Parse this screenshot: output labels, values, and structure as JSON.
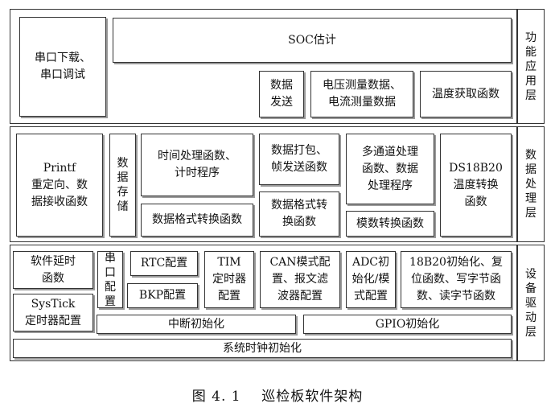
{
  "layers": {
    "top": {
      "label": "功\n能\n应\n用\n层",
      "serial": "串口下载、\n串口调试",
      "soc": "SOC估计",
      "send": "数据\n发送",
      "measure": "电压测量数据、\n电流测量数据",
      "temp": "温度获取函数"
    },
    "middle": {
      "label": "数\n据\n处\n理\n层",
      "printf": "Printf\n重定向、数\n据接收函数",
      "storage": "数\n据\n存\n储",
      "time": "时间处理函数、\n计时程序",
      "format1": "数据格式转换函数",
      "pack": "数据打包、\n帧发送函数",
      "format2": "数据格式转\n换函数",
      "multi": "多通道处理\n函数、数据\n处理程序",
      "adconv": "模数转换函数",
      "ds18b20": "DS18B20\n温度转换\n函数"
    },
    "bottom": {
      "label": "设\n备\n驱\n动\n层",
      "delay": "软件延时\n函数",
      "systick": "SysTick\n定时器配置",
      "serialcfg": "串\n口\n配\n置",
      "rtc": "RTC配置",
      "bkp": "BKP配置",
      "tim": "TIM\n定时器\n配置",
      "can": "CAN模式配\n置、报文滤\n波器配置",
      "adc": "ADC初\n始化/模\n式配置",
      "b20init": "18B20初始化、复\n位函数、写字节函\n数、读字节函数",
      "interrupt": "中断初始化",
      "gpio": "GPIO初始化",
      "clock": "系统时钟初始化"
    }
  },
  "caption": "图 4. 1    巡检板软件架构"
}
